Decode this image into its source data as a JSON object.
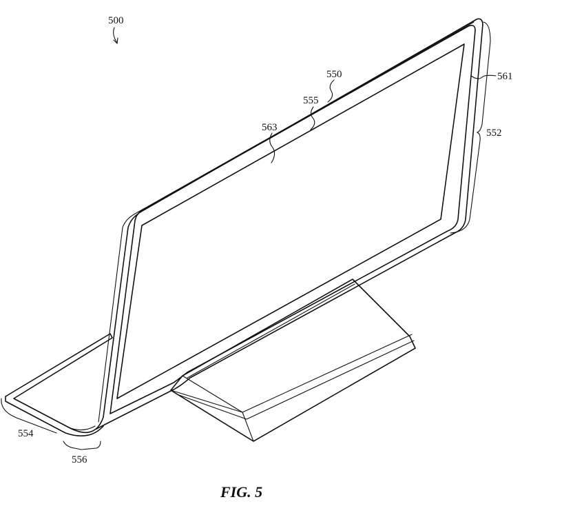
{
  "figure": {
    "caption": "FIG. 5",
    "labels": {
      "ref_500": "500",
      "ref_550": "550",
      "ref_555": "555",
      "ref_563": "563",
      "ref_561": "561",
      "ref_552": "552",
      "ref_554": "554",
      "ref_556": "556"
    }
  }
}
